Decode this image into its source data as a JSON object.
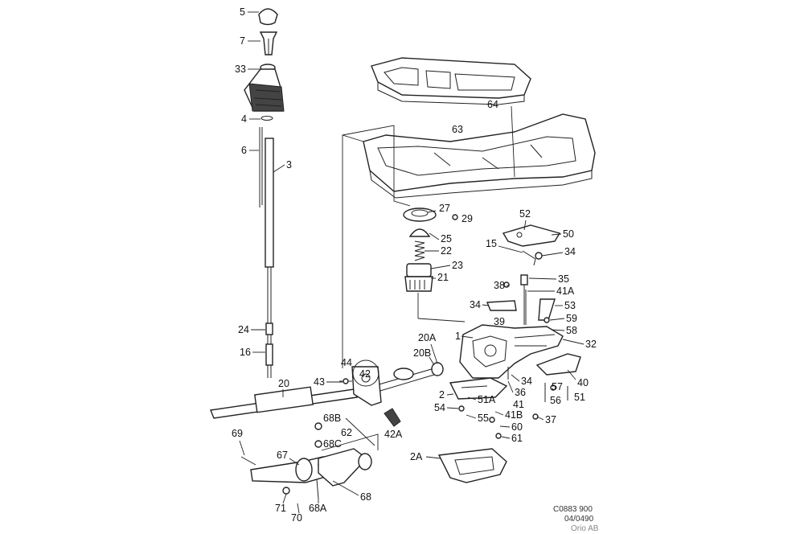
{
  "labels": {
    "p5": "5",
    "p7": "7",
    "p33": "33",
    "p4": "4",
    "p6": "6",
    "p3": "3",
    "p24": "24",
    "p16": "16",
    "p20": "20",
    "p44": "44",
    "p43": "43",
    "p42": "42",
    "p42A": "42A",
    "p68B": "68B",
    "p62": "62",
    "p68C": "68C",
    "p69": "69",
    "p67": "67",
    "p68": "68",
    "p71": "71",
    "p70": "70",
    "p68A": "68A",
    "p64": "64",
    "p63": "63",
    "p27": "27",
    "p29": "29",
    "p25": "25",
    "p22": "22",
    "p23": "23",
    "p21": "21",
    "p52": "52",
    "p50": "50",
    "p15": "15",
    "p34a": "34",
    "p35": "35",
    "p38": "38",
    "p41A": "41A",
    "p34b": "34",
    "p53": "53",
    "p39": "39",
    "p59": "59",
    "p58": "58",
    "p20A": "20A",
    "p1": "1",
    "p32": "32",
    "p20B": "20B",
    "p34c": "34",
    "p40": "40",
    "p2": "2",
    "p36": "36",
    "p51A": "51A",
    "p41": "41",
    "p57": "57",
    "p56": "56",
    "p51": "51",
    "p54": "54",
    "p55": "55",
    "p41B": "41B",
    "p37": "37",
    "p60": "60",
    "p61": "61",
    "p2A": "2A"
  },
  "reference": {
    "code": "C0883 900",
    "date": "04/0490",
    "company": "Orio AB"
  }
}
